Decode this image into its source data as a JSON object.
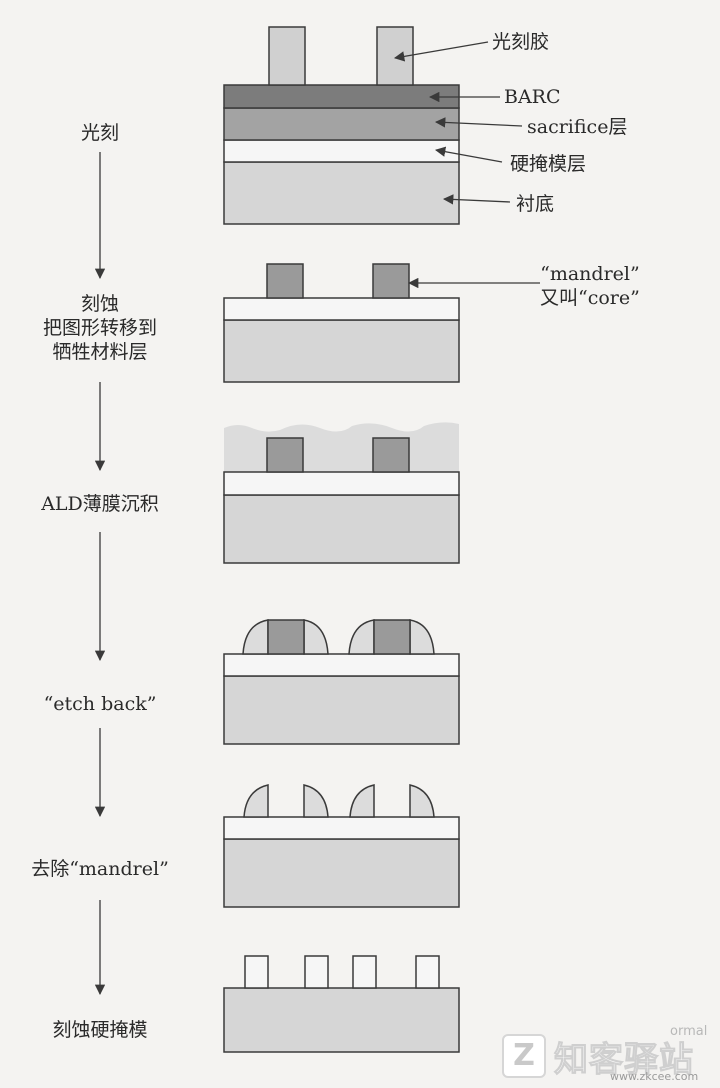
{
  "steps": [
    {
      "id": "photo",
      "text": "光刻"
    },
    {
      "id": "etch",
      "lines": [
        "刻蚀",
        "把图形转移到",
        "牺牲材料层"
      ]
    },
    {
      "id": "ald",
      "text": "ALD薄膜沉积"
    },
    {
      "id": "etchback",
      "text": "“etch back”"
    },
    {
      "id": "remove",
      "text": "去除“mandrel”"
    },
    {
      "id": "etchhm",
      "text": "刻蚀硬掩模"
    }
  ],
  "callouts": {
    "photoresist": "光刻胶",
    "barc": "BARC",
    "sacrifice": "sacrifice层",
    "hardmask": "硬掩模层",
    "substrate": "衬底",
    "mandrel_line1": "“mandrel”",
    "mandrel_line2": "又叫“core”"
  },
  "watermark": {
    "logo_letter": "Z",
    "name": "知客驿站",
    "url": "www.zkcee.com",
    "tag": "ormal"
  },
  "colors": {
    "background": "#f4f3f1",
    "substrate": "#d6d6d6",
    "hardmask": "#f6f6f6",
    "sacrifice": "#a3a3a3",
    "barc": "#7c7c7c",
    "photoresist": "#d0d0d0",
    "mandrel": "#9a9a9a",
    "ald_film": "#dcdcdc",
    "outline": "#3a3a3a"
  }
}
